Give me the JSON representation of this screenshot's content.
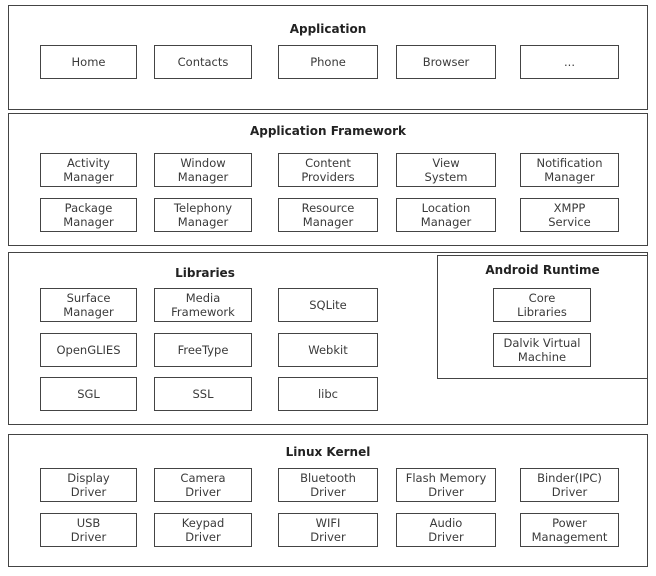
{
  "application": {
    "title": "Application",
    "items": [
      "Home",
      "Contacts",
      "Phone",
      "Browser",
      "..."
    ]
  },
  "framework": {
    "title": "Application Framework",
    "items": [
      "Activity\nManager",
      "Window\nManager",
      "Content\nProviders",
      "View\nSystem",
      "Notification\nManager",
      "Package\nManager",
      "Telephony\nManager",
      "Resource\nManager",
      "Location\nManager",
      "XMPP\nService"
    ]
  },
  "libraries": {
    "title": "Libraries",
    "items": [
      "Surface\nManager",
      "Media\nFramework",
      "SQLite",
      "OpenGLIES",
      "FreeType",
      "Webkit",
      "SGL",
      "SSL",
      "libc"
    ]
  },
  "runtime": {
    "title": "Android Runtime",
    "items": [
      "Core\nLibraries",
      "Dalvik Virtual\nMachine"
    ]
  },
  "kernel": {
    "title": "Linux Kernel",
    "items": [
      "Display\nDriver",
      "Camera\nDriver",
      "Bluetooth\nDriver",
      "Flash Memory\nDriver",
      "Binder(IPC)\nDriver",
      "USB\nDriver",
      "Keypad\nDriver",
      "WIFI\nDriver",
      "Audio\nDriver",
      "Power\nManagement"
    ]
  }
}
